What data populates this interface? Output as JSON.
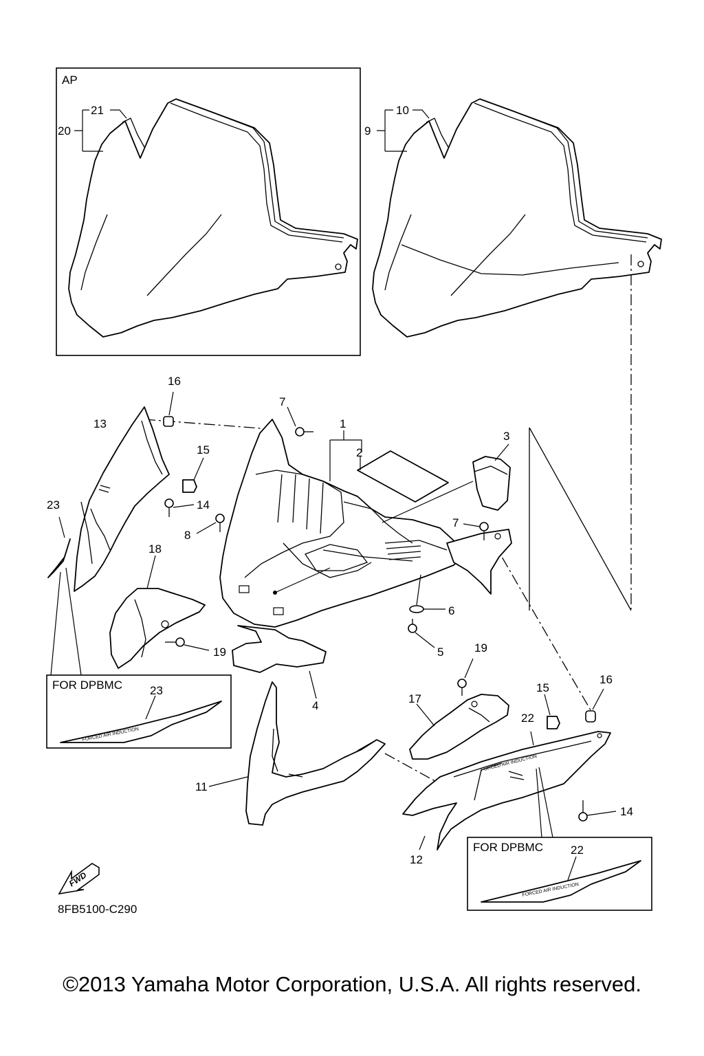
{
  "diagram": {
    "code": "8FB5100-C290",
    "fwd": "FWD",
    "ap_box_label": "AP",
    "dpbmc_box_left_label": "FOR DPBMC",
    "dpbmc_box_right_label": "FOR DPBMC",
    "stripe_text": "FORCED AIR INDUCTION"
  },
  "callouts": {
    "c1": "1",
    "c2": "2",
    "c3": "3",
    "c4": "4",
    "c5": "5",
    "c6": "6",
    "c7a": "7",
    "c7b": "7",
    "c8": "8",
    "c9": "9",
    "c10": "10",
    "c11": "11",
    "c12": "12",
    "c13": "13",
    "c14a": "14",
    "c14b": "14",
    "c15a": "15",
    "c15b": "15",
    "c16a": "16",
    "c16b": "16",
    "c17": "17",
    "c18": "18",
    "c19a": "19",
    "c19b": "19",
    "c20": "20",
    "c21": "21",
    "c22a": "22",
    "c22b": "22",
    "c23a": "23",
    "c23b": "23"
  },
  "footer": {
    "copyright": "©2013 Yamaha Motor Corporation, U.S.A. All rights reserved."
  }
}
